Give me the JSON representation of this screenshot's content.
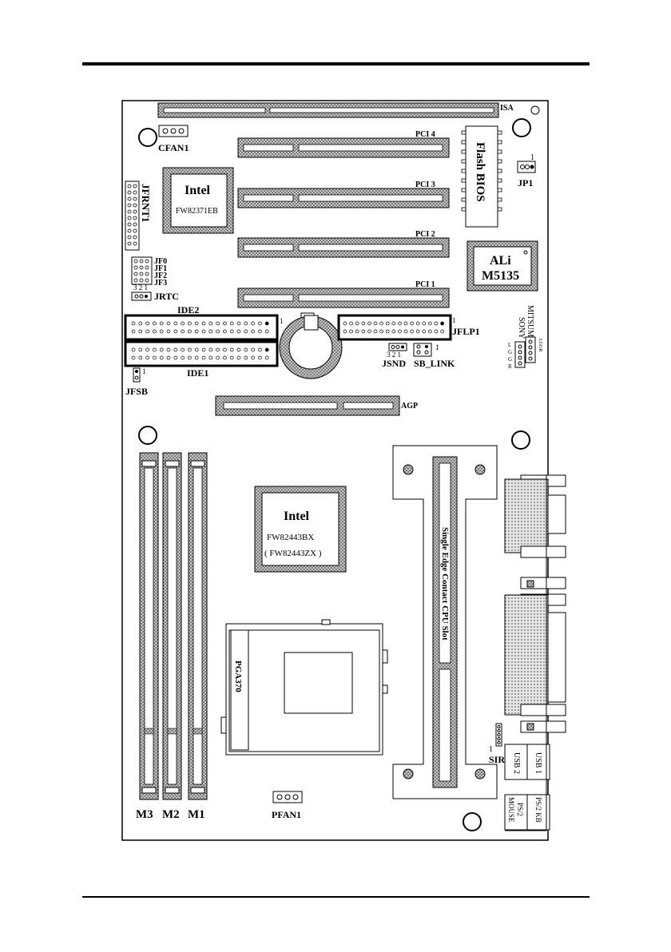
{
  "board": {
    "slots": {
      "isa": "ISA",
      "pci4": "PCI 4",
      "pci3": "PCI 3",
      "pci2": "PCI 2",
      "pci1": "PCI 1",
      "agp": "AGP"
    },
    "chips": {
      "south_brand": "Intel",
      "south_model": "FW82371EB",
      "north_brand": "Intel",
      "north_model": "FW82443BX",
      "north_alt": "( FW82443ZX )",
      "ali_brand": "ALi",
      "ali_model": "M5135",
      "bios": "Flash BIOS"
    },
    "connectors": {
      "cfan1": "CFAN1",
      "pfan1": "PFAN1",
      "jp1": "JP1",
      "jp1_pin": "1",
      "jfrnt1": "JFRNT1",
      "jf0": "JF0",
      "jf1": "JF1",
      "jf2": "JF2",
      "jf3": "JF3",
      "jrtc": "JRTC",
      "jrtc_pins": "3 2 1",
      "ide2": "IDE2",
      "ide1": "IDE1",
      "ide2_pin": "1",
      "ide1_pin": "1",
      "jflp1": "JFLP1",
      "jflp1_pin": "1",
      "jsnd": "JSND",
      "jsnd_pins": "3 2 1",
      "sb_link": "SB_LINK",
      "sb_link_pin": "1",
      "jfsb": "JFSB",
      "jfsb_pin": "1",
      "mitsumi": "MITSUMI",
      "sony": "SONY",
      "lgg_l": "L",
      "lgg_g1": "G",
      "lgg_g2": "G",
      "lgg_r": "R",
      "sir": "SIR",
      "sir_pin": "1",
      "usb1": "USB 1",
      "usb2": "USB 2",
      "ps2kb": "PS/2 KB",
      "ps2": "PS/2",
      "mouse": "MOUSE"
    },
    "memory": {
      "m3": "M3",
      "m2": "M2",
      "m1": "M1"
    },
    "cpu": {
      "socket": "PGA370",
      "sec_slot": "Single Edge Contact CPU Slot"
    }
  }
}
